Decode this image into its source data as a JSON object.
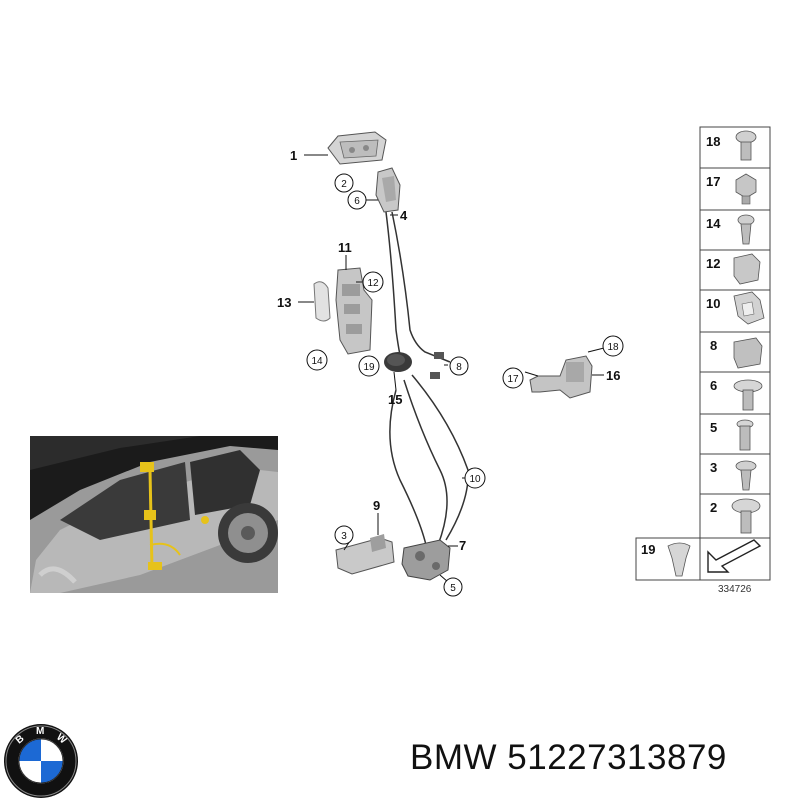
{
  "diagram": {
    "callouts": {
      "c1": "1",
      "c2": "2",
      "c6": "6",
      "c4": "4",
      "c11": "11",
      "c12": "12",
      "c13": "13",
      "c14": "14",
      "c19": "19",
      "c8": "8",
      "c15": "15",
      "c17": "17",
      "c18": "18",
      "c16": "16",
      "c10": "10",
      "c9": "9",
      "c3": "3",
      "c7": "7",
      "c5": "5"
    },
    "legend": {
      "items": [
        "18",
        "17",
        "14",
        "12",
        "10",
        "8",
        "6",
        "5",
        "3",
        "2"
      ],
      "bottom_item": "19",
      "reference": "334726"
    }
  },
  "footer": {
    "text": "BMW 51227313879"
  },
  "logo": {
    "letters": "BMW",
    "colors": {
      "blue": "#1c69d4",
      "ring": "#111111",
      "white": "#ffffff"
    }
  }
}
